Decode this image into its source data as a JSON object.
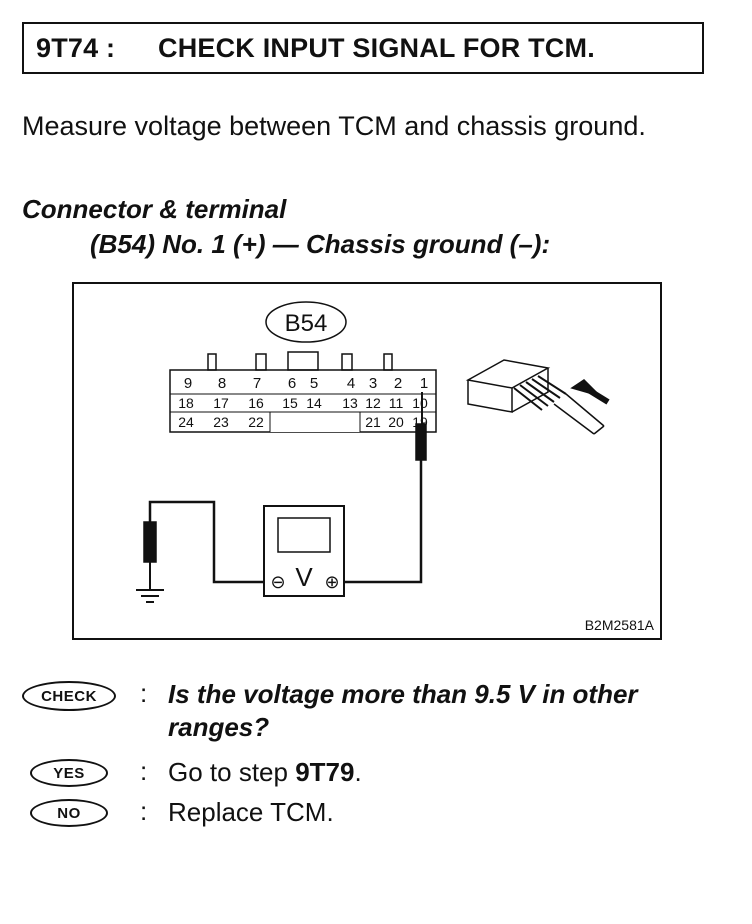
{
  "header": {
    "step_code": "9T74 :",
    "step_title": "CHECK INPUT SIGNAL FOR TCM."
  },
  "intro": "Measure voltage between TCM and chassis ground.",
  "connector": {
    "label": "Connector & terminal",
    "spec": "(B54) No. 1 (+) — Chassis ground (–):"
  },
  "diagram": {
    "connector_id": "B54",
    "row1": [
      "9",
      "8",
      "7",
      "6",
      "5",
      "4",
      "3",
      "2",
      "1"
    ],
    "row2": [
      "18",
      "17",
      "16",
      "15",
      "14",
      "13",
      "12",
      "11",
      "10"
    ],
    "row3": [
      "24",
      "23",
      "22",
      "21",
      "20",
      "19"
    ],
    "meter_unit": "V",
    "minus_symbol": "⊖",
    "plus_symbol": "⊕",
    "ref_code": "B2M2581A"
  },
  "check": {
    "badge": "CHECK",
    "colon": ":",
    "question": "Is the voltage more than 9.5 V in other ranges?"
  },
  "yes": {
    "badge": "YES",
    "colon": ":",
    "text": "Go to step ",
    "step": "9T79",
    "suffix": "."
  },
  "no": {
    "badge": "NO",
    "colon": ":",
    "text": "Replace TCM."
  }
}
